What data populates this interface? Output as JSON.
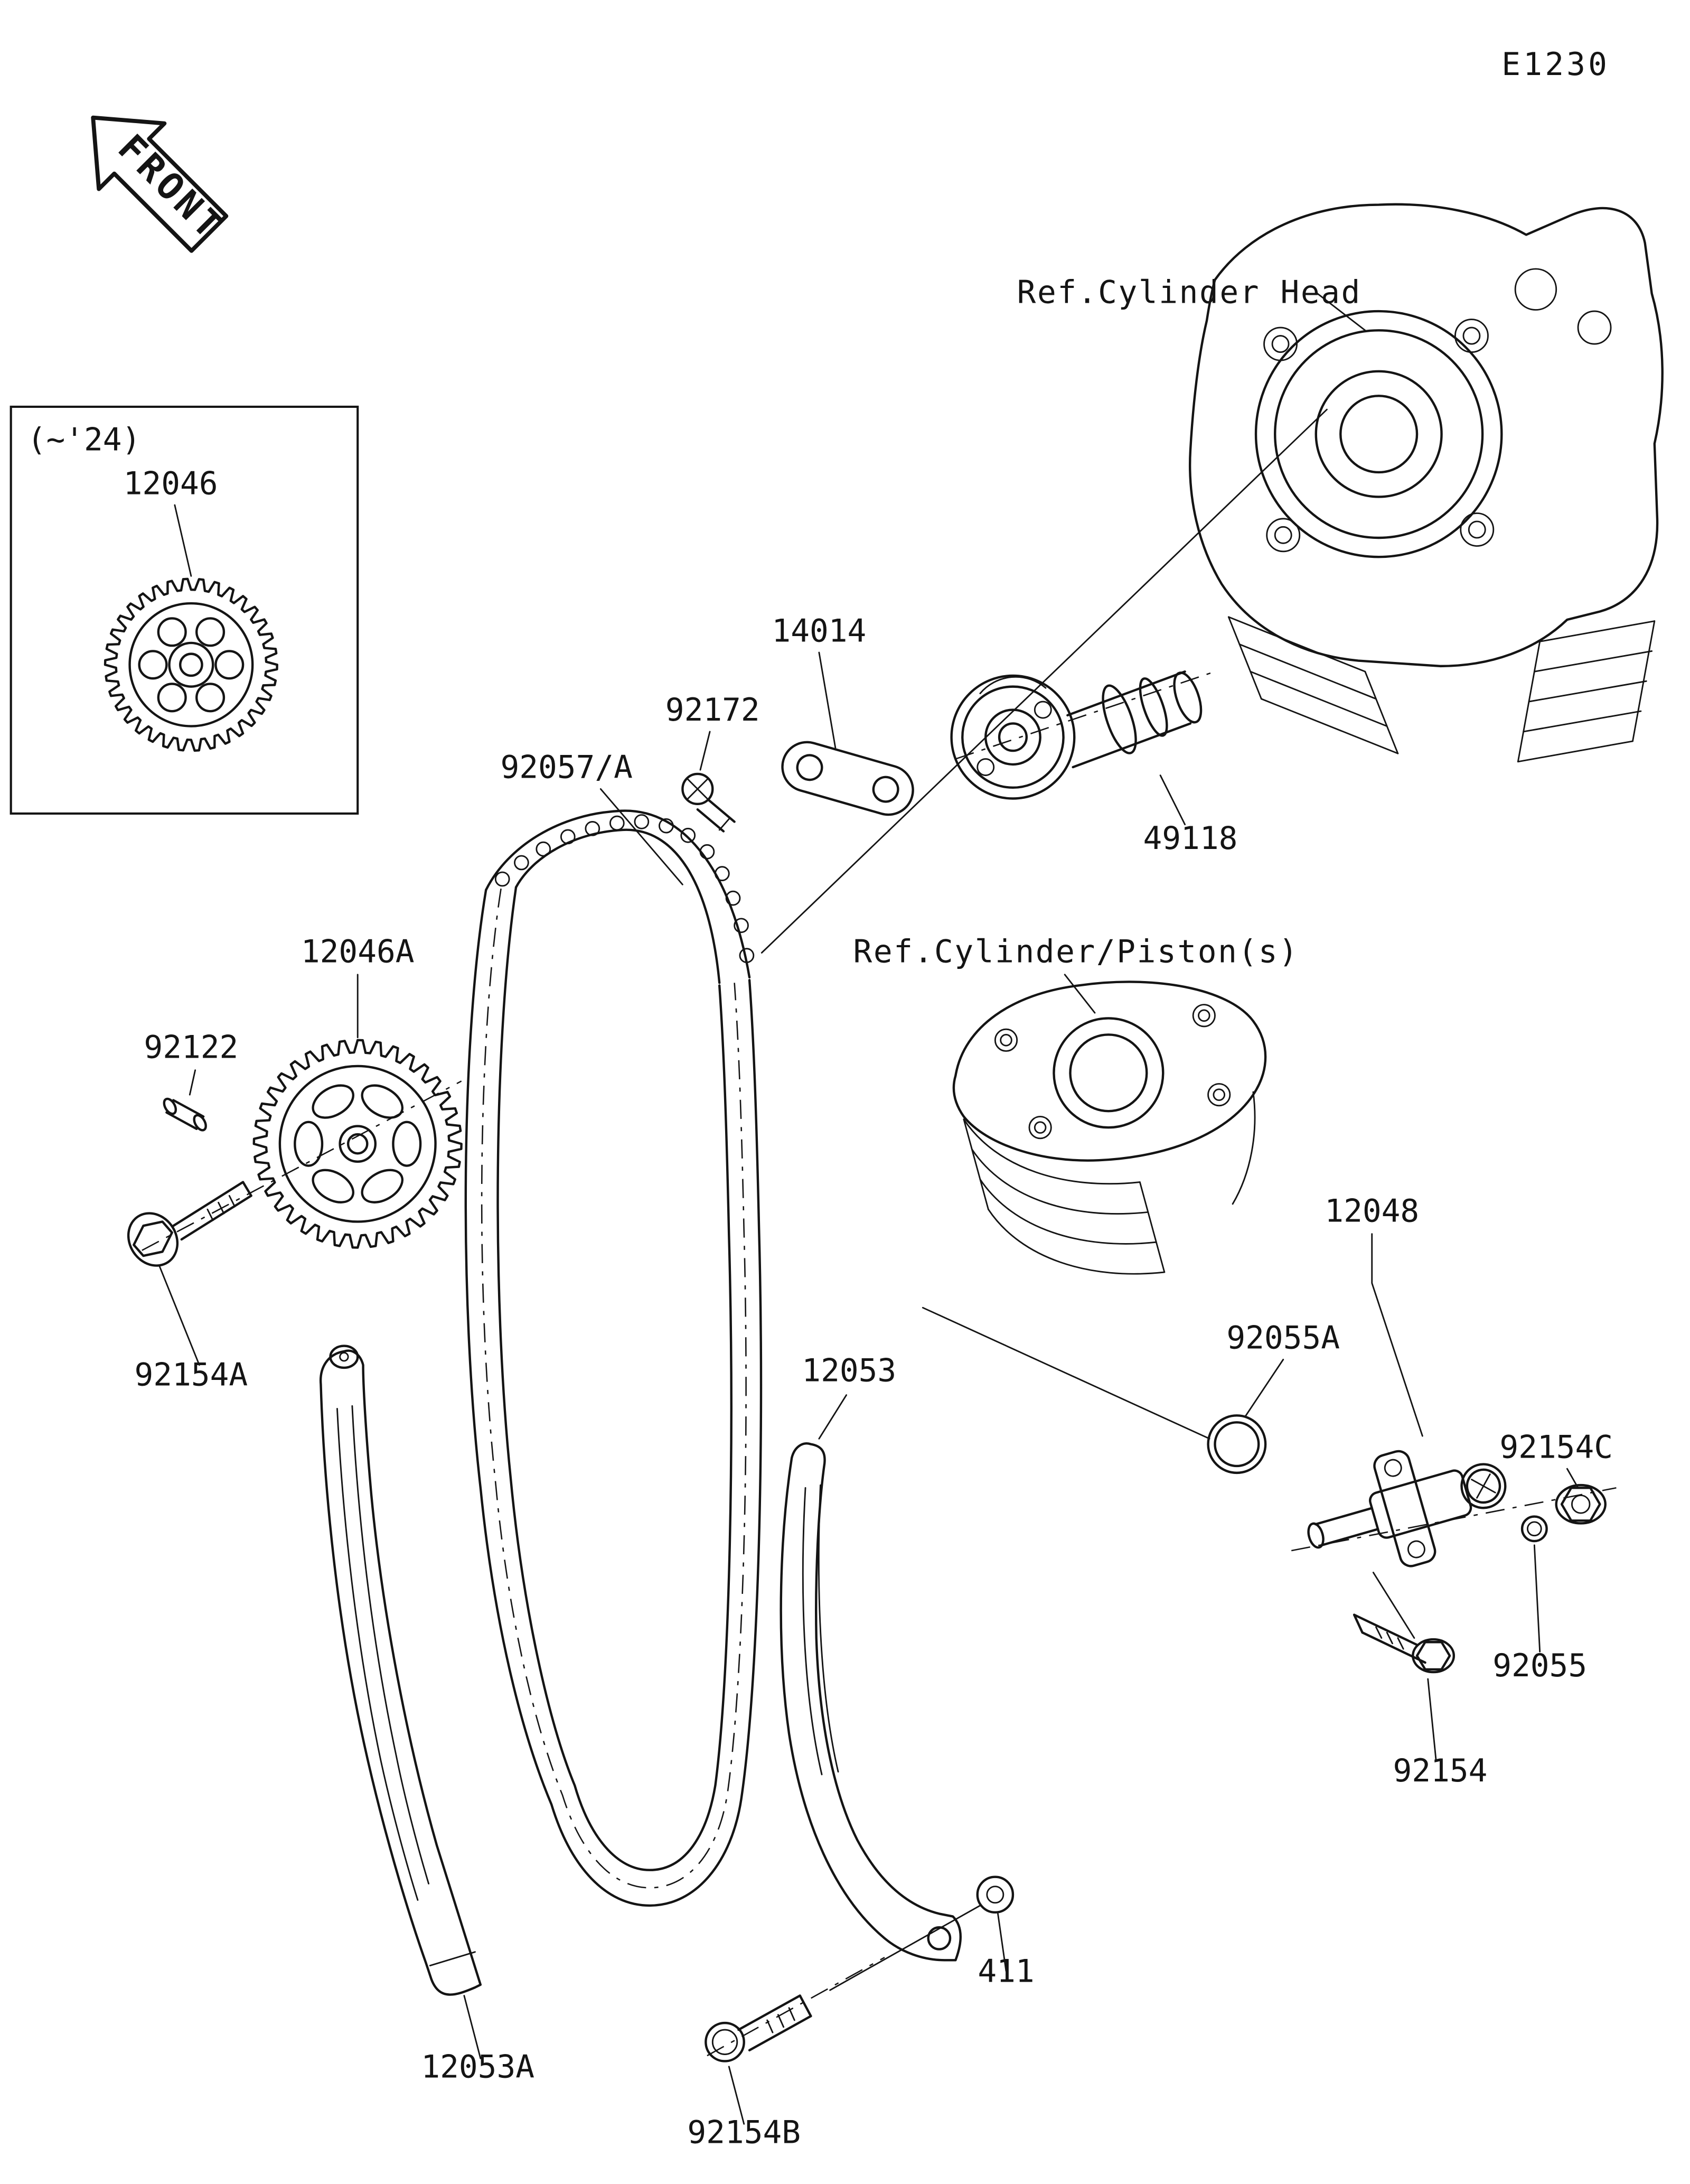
{
  "diagram": {
    "code": "E1230",
    "front_label": "FRONT",
    "variant_note": "(~'24)",
    "refs": {
      "cylinder_head": "Ref.Cylinder Head",
      "cylinder_piston": "Ref.Cylinder/Piston(s)"
    },
    "parts": {
      "p12046": "12046",
      "p12046a": "12046A",
      "p14014": "14014",
      "p92172": "92172",
      "p92057": "92057/A",
      "p49118": "49118",
      "p92122": "92122",
      "p92154a": "92154A",
      "p12053": "12053",
      "p12048": "12048",
      "p92055a": "92055A",
      "p92154c": "92154C",
      "p92055": "92055",
      "p92154": "92154",
      "p411": "411",
      "p12053a": "12053A",
      "p92154b": "92154B"
    },
    "colors": {
      "line": "#141414",
      "background": "#ffffff"
    }
  }
}
